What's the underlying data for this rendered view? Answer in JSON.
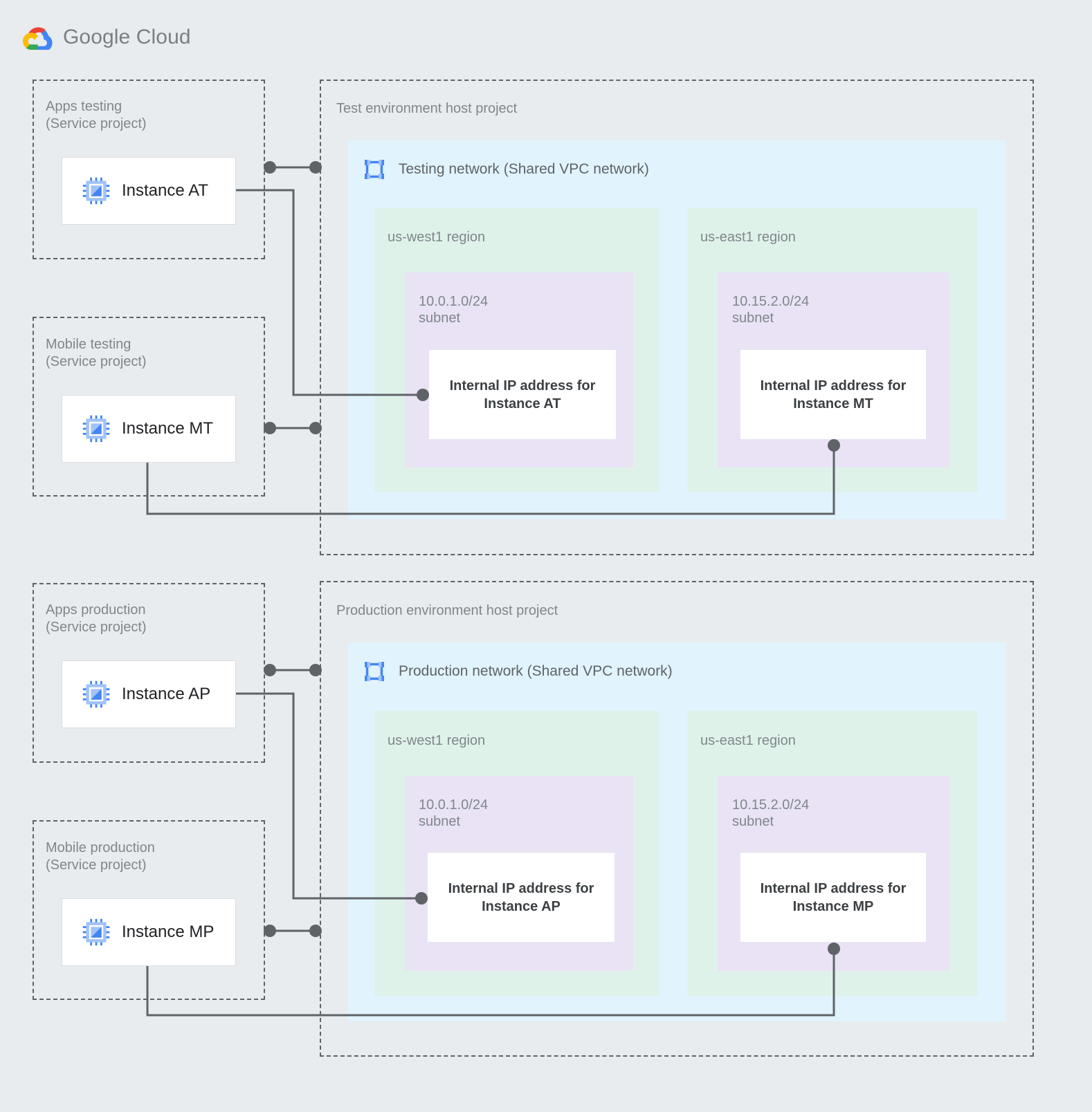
{
  "brand": {
    "name_bold": "Google",
    "name_light": " Cloud",
    "logo_icon": "google-cloud-logo-icon",
    "colors": {
      "page_background": "#e8ecee",
      "network_fill": "#e1f3fd",
      "region_fill": "#dff2ea",
      "subnet_fill": "#e9e3f5",
      "card_fill": "#ffffff",
      "connector": "#5f6368",
      "label_text": "#80868b",
      "icon_blue": "#4285f4",
      "icon_blue_light": "#a1c2fa"
    }
  },
  "service_projects": [
    {
      "id": "apps-testing",
      "label": "Apps testing\n(Service project)",
      "instance": {
        "name": "Instance AT",
        "icon": "vm-instance-icon"
      }
    },
    {
      "id": "mobile-testing",
      "label": "Mobile testing\n(Service project)",
      "instance": {
        "name": "Instance MT",
        "icon": "vm-instance-icon"
      }
    },
    {
      "id": "apps-production",
      "label": "Apps production\n(Service project)",
      "instance": {
        "name": "Instance AP",
        "icon": "vm-instance-icon"
      }
    },
    {
      "id": "mobile-production",
      "label": "Mobile production\n(Service project)",
      "instance": {
        "name": "Instance MP",
        "icon": "vm-instance-icon"
      }
    }
  ],
  "host_projects": [
    {
      "id": "test-host",
      "label": "Test environment host project",
      "network": {
        "title": "Testing network (Shared VPC network)",
        "icon": "vpc-network-icon"
      },
      "regions": [
        {
          "id": "test-us-west1",
          "label": "us-west1 region",
          "subnet": {
            "cidr": "10.0.1.0/24",
            "suffix": "subnet",
            "label": "10.0.1.0/24\nsubnet",
            "ip_card": "Internal IP address for\nInstance AT"
          }
        },
        {
          "id": "test-us-east1",
          "label": "us-east1 region",
          "subnet": {
            "cidr": "10.15.2.0/24",
            "suffix": "subnet",
            "label": "10.15.2.0/24\nsubnet",
            "ip_card": "Internal IP address for\nInstance MT"
          }
        }
      ]
    },
    {
      "id": "prod-host",
      "label": "Production environment host project",
      "network": {
        "title": "Production network (Shared VPC network)",
        "icon": "vpc-network-icon"
      },
      "regions": [
        {
          "id": "prod-us-west1",
          "label": "us-west1 region",
          "subnet": {
            "cidr": "10.0.1.0/24",
            "suffix": "subnet",
            "label": "10.0.1.0/24\nsubnet",
            "ip_card": "Internal IP address for\nInstance AP"
          }
        },
        {
          "id": "prod-us-east1",
          "label": "us-east1 region",
          "subnet": {
            "cidr": "10.15.2.0/24",
            "suffix": "subnet",
            "label": "10.15.2.0/24\nsubnet",
            "ip_card": "Internal IP address for\nInstance MP"
          }
        }
      ]
    }
  ],
  "connections": [
    {
      "from": "Instance AT",
      "to": "Internal IP address for Instance AT"
    },
    {
      "from": "Instance MT",
      "to": "Internal IP address for Instance MT"
    },
    {
      "from": "Instance AP",
      "to": "Internal IP address for Instance AP"
    },
    {
      "from": "Instance MP",
      "to": "Internal IP address for Instance MP"
    }
  ]
}
